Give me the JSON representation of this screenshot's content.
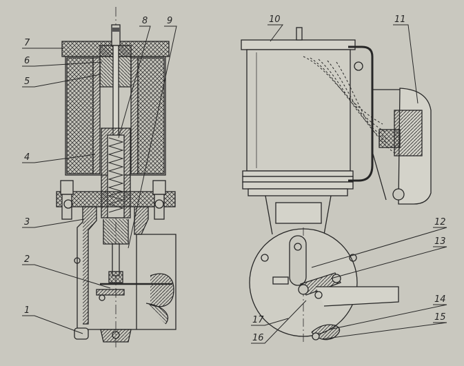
{
  "diagram": {
    "callouts": [
      {
        "id": "c1",
        "text": "1"
      },
      {
        "id": "c2",
        "text": "2"
      },
      {
        "id": "c3",
        "text": "3"
      },
      {
        "id": "c4",
        "text": "4"
      },
      {
        "id": "c5",
        "text": "5"
      },
      {
        "id": "c6",
        "text": "6"
      },
      {
        "id": "c7",
        "text": "7"
      },
      {
        "id": "c8",
        "text": "8"
      },
      {
        "id": "c9",
        "text": "9"
      },
      {
        "id": "c10",
        "text": "10"
      },
      {
        "id": "c11",
        "text": "11"
      },
      {
        "id": "c12",
        "text": "12"
      },
      {
        "id": "c13",
        "text": "13"
      },
      {
        "id": "c14",
        "text": "14"
      },
      {
        "id": "c15",
        "text": "15"
      },
      {
        "id": "c16",
        "text": "16"
      },
      {
        "id": "c17",
        "text": "17"
      }
    ],
    "colors": {
      "paper": "#c9c8bf",
      "ink": "#262626",
      "hatch": "#4a4a4a"
    }
  }
}
